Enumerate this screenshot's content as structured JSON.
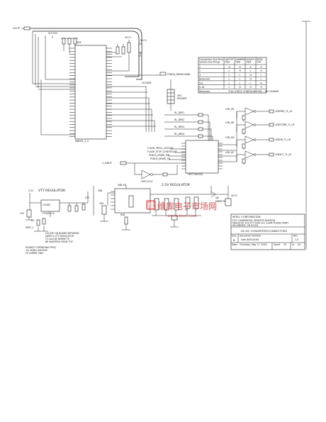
{
  "net_labels": {
    "vccp": "VCCP",
    "s_lvbuf": "S_LVBUF",
    "vccs": "VCCS"
  },
  "parts": {
    "main_ic": "U55A",
    "main_ic_bottom": "WBN01_S_S",
    "mux": "74FCT162245",
    "inverter": "74HC1G14"
  },
  "sections": {
    "vtt_regulator": "VTT REGULATOR",
    "reg_25v": "2.5V REGULATOR"
  },
  "table": {
    "headers": [
      "Connection Size Pins/\nSystem Ass Pins/g",
      "LAPTOP\nTIER",
      "CAMERA\nTIER",
      "LEGACY\nTIER",
      "DESK\nTOP"
    ],
    "rows": [
      [
        "1",
        "H",
        "X",
        "X",
        "X"
      ],
      [
        "2",
        "L",
        "H",
        "L",
        "H"
      ],
      [
        "3",
        "L",
        "L",
        "H",
        "L"
      ],
      [
        "Reserved",
        "L",
        "L",
        "H",
        "L"
      ],
      [
        "5-8",
        "L",
        "L",
        "L",
        "H"
      ],
      [
        "9-16",
        "L",
        "H",
        "H",
        "H"
      ],
      [
        "Reserved",
        "FULL STATIC CONFIGURATION -- NO CHANGE",
        "",
        "",
        ""
      ]
    ]
  },
  "led_outputs": [
    "LEDPWR_TL_LR",
    "LEDSTDBY_TL_LR",
    "LEDHD_TL_LR",
    "LEDACT_TL_LR"
  ],
  "notes": {
    "vtt": "LOCATE ON BOARD BETWEEN\nDIMM & VTT REGULATOR\nTO ALLOW DIMMS TO\nBE INSERTED FROM TOP",
    "vtt2": "HIGHEST OPERATING FREQ\n1/2 VDDQ VOLTAGE\nOF DIMMS ONLY"
  },
  "title_block": {
    "company": "INTEL CORPORATION",
    "address_lines": [
      "PCG COMMERCIAL DESKTOP DIVISION",
      "MAILSTOP: JF3-377  5200 N.E. ELAM YOUNG PKWY",
      "HILLSBORO, OR 97124"
    ],
    "title": "DC-DC CONVERTER/CONNECTORS",
    "size_label": "Size",
    "size": "B",
    "docnum_label": "Document Number",
    "docnum": "Intel 845G/ICH4",
    "rev_label": "Rev",
    "rev": "1.0",
    "date_label": "Date:",
    "date": "Thursday, May 17, 2001",
    "sheet_label": "Sheet",
    "sheet": "33",
    "of_label": "of",
    "of": "42"
  },
  "watermark": {
    "cn": "维库电子市场网",
    "url": "www.dzsc.com"
  }
}
